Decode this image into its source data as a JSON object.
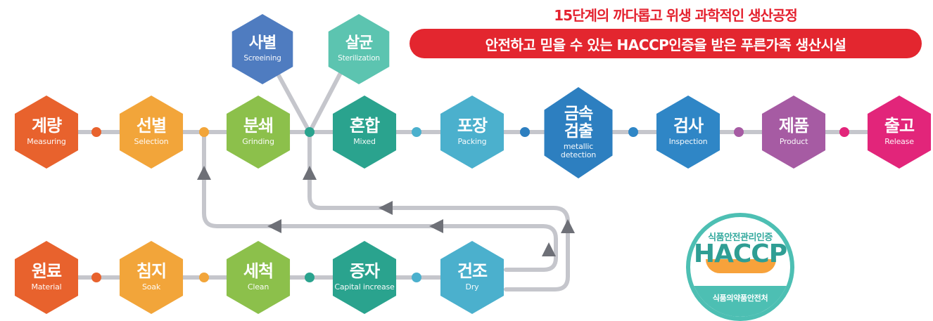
{
  "headline": "15단계의 까다롭고 위생 과학적인 생산공정",
  "subheadline": "안전하고 믿을 수 있는 HACCP인증을 받은 푸른가족 생산시설",
  "steps": {
    "measuring": {
      "ko": "계량",
      "en": "Measuring",
      "color": "#e8622d"
    },
    "selection": {
      "ko": "선별",
      "en": "Selection",
      "color": "#f2a53a"
    },
    "grinding": {
      "ko": "분쇄",
      "en": "Grinding",
      "color": "#8cc04b"
    },
    "mixed": {
      "ko": "혼합",
      "en": "Mixed",
      "color": "#2aa38e"
    },
    "packing": {
      "ko": "포장",
      "en": "Packing",
      "color": "#4bb0cd"
    },
    "metal": {
      "ko": "금속",
      "ko2": "검출",
      "en": "metallic",
      "en2": "detection",
      "color": "#2d7fc0"
    },
    "inspection": {
      "ko": "검사",
      "en": "Inspection",
      "color": "#2f86c6"
    },
    "product": {
      "ko": "제품",
      "en": "Product",
      "color": "#a65ba3"
    },
    "release": {
      "ko": "출고",
      "en": "Release",
      "color": "#e2257a"
    },
    "screening": {
      "ko": "사별",
      "en": "Screeining",
      "color": "#4f7cc0"
    },
    "sterilization": {
      "ko": "살균",
      "en": "Sterilization",
      "color": "#5cc4b0"
    },
    "material": {
      "ko": "원료",
      "en": "Material",
      "color": "#e8622d"
    },
    "soak": {
      "ko": "침지",
      "en": "Soak",
      "color": "#f2a53a"
    },
    "clean": {
      "ko": "세척",
      "en": "Clean",
      "color": "#8cc04b"
    },
    "capital": {
      "ko": "증자",
      "en": "Capital increase",
      "color": "#2aa38e"
    },
    "dry": {
      "ko": "건조",
      "en": "Dry",
      "color": "#4bb0cd"
    }
  },
  "badge": {
    "top": "식품안전관리인증",
    "mark": "HACCP",
    "bottom": "식품의약품안전처"
  },
  "colors": {
    "accent_red": "#e3262f",
    "line_gray": "#c5c6cc",
    "arrow_gray": "#6e7077",
    "badge_teal": "#4dbfb3",
    "badge_orange": "#f7a23b"
  }
}
